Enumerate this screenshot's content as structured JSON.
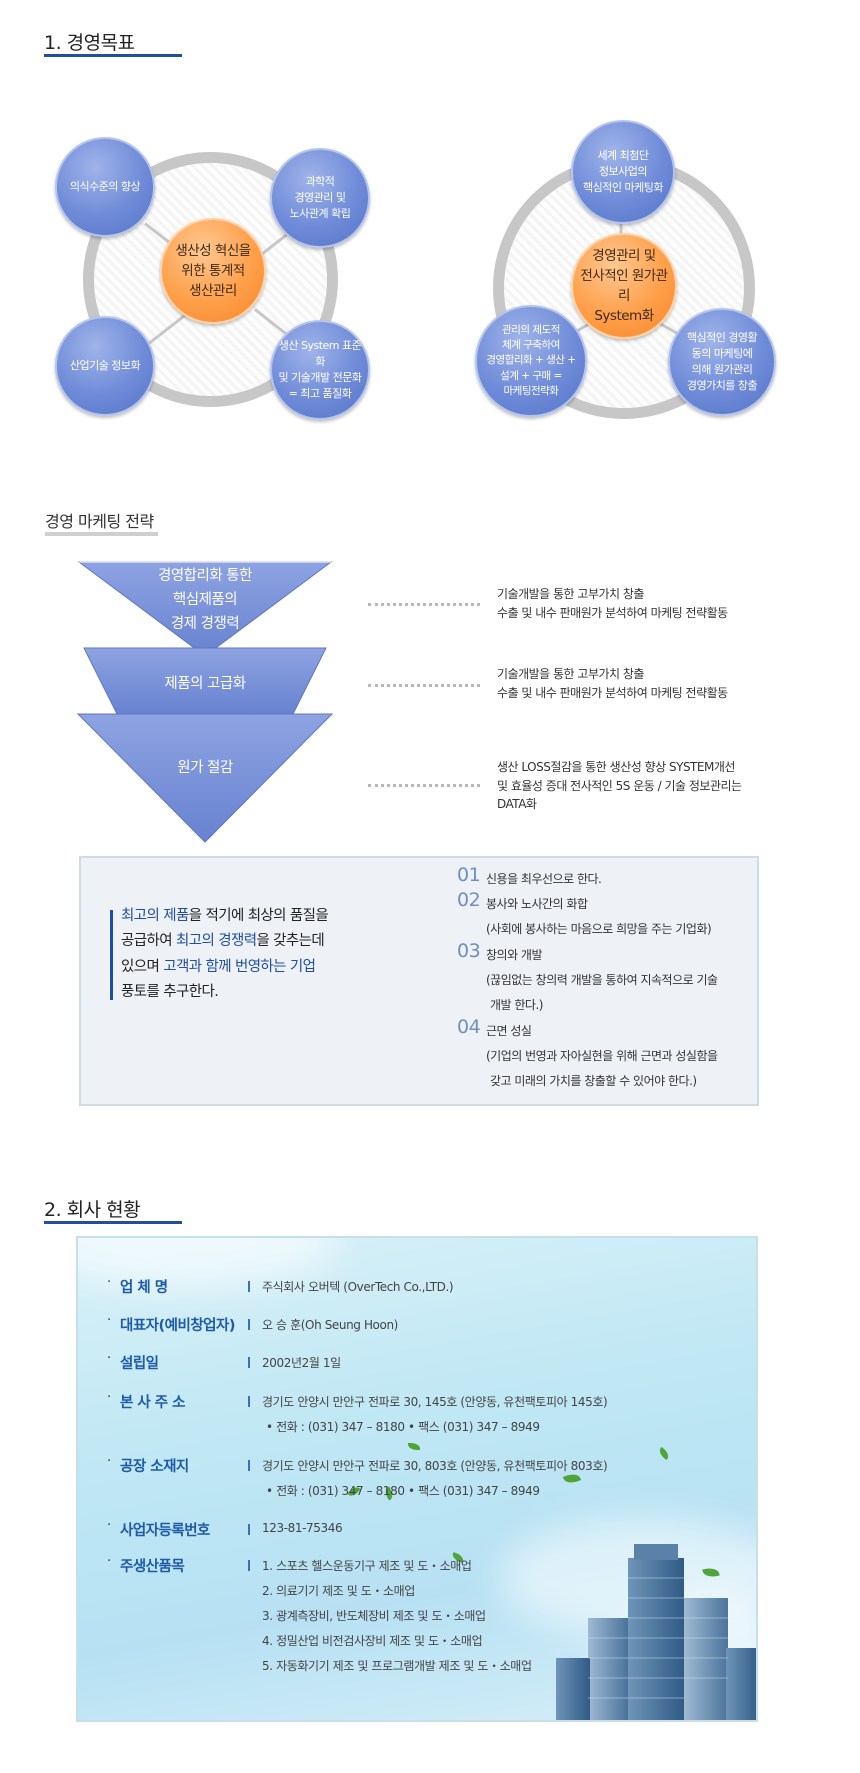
{
  "section1": {
    "title": "1. 경영목표"
  },
  "diagram_left": {
    "center": [
      "생산성 혁신을",
      "위한 통계적",
      "생산관리"
    ],
    "top_left": [
      "의식수준의 향상"
    ],
    "top_right": [
      "과학적",
      "경영관리 및",
      "노사관계 확립"
    ],
    "bottom_left": [
      "산업기술 정보화"
    ],
    "bottom_right": [
      "생산 System 표준화",
      "및 기술개발 전문화",
      "= 최고 품질화"
    ]
  },
  "diagram_right": {
    "center": [
      "경영관리 및",
      "전사적인 원가관리",
      "System화"
    ],
    "top": [
      "세계 최첨단",
      "정보사업의",
      "핵심적인 마케팅화"
    ],
    "bottom_left": [
      "관리의 제도적",
      "체계 구축하여",
      "경영합리화 + 생산 +",
      "설계 + 구매 =",
      "마케팅전략화"
    ],
    "bottom_right": [
      "핵심적인 경영활",
      "동의 마케팅에",
      "의해 원가관리",
      "경영가치를 창출"
    ]
  },
  "marketing": {
    "title": "경영 마케팅 전략",
    "tiers": [
      {
        "label": [
          "경영합리화 통한",
          "핵심제품의",
          "경제 경쟁력"
        ],
        "desc": [
          "기술개발을 통한 고부가치 창출",
          "수출 및 내수 판매원가 분석하여 마케팅 전략활동"
        ]
      },
      {
        "label": [
          "제품의 고급화"
        ],
        "desc": [
          "기술개발을 통한 고부가치 창출",
          "수출 및 내수 판매원가 분석하여 마케팅 전략활동"
        ]
      },
      {
        "label": [
          "원가 절감"
        ],
        "desc": [
          "생산 LOSS절감을 통한 생산성 향상 SYSTEM개선",
          "및 효율성 증대 전사적인 5S 운동 / 기술 정보관리는",
          "DATA화"
        ]
      }
    ]
  },
  "philosophy": {
    "statement": {
      "line1": [
        "최고의 제품",
        "을 적기에 최상의 품질을"
      ],
      "line2": [
        "공급하여 ",
        "최고의 경쟁력",
        "을 갖추는데"
      ],
      "line3": [
        "있으며 ",
        "고객과 함께 번영하는 기업"
      ],
      "line4": "풍토를 추구한다."
    },
    "items": [
      {
        "num": "01",
        "title": "신용을 최우선으로 한다.",
        "sub": []
      },
      {
        "num": "02",
        "title": "봉사와 노사간의 화합",
        "sub": [
          "(사회에 봉사하는 마음으로 희망을 주는 기업화)"
        ]
      },
      {
        "num": "03",
        "title": "창의와 개발",
        "sub": [
          "(끊임없는 창의력 개발을 통하여 지속적으로 기술",
          "개발 한다.)"
        ]
      },
      {
        "num": "04",
        "title": "근면 성실",
        "sub": [
          "(기업의 번영과 자아실현을 위해 근면과 성실함을",
          "갖고 미래의 가치를 창출할 수 있어야 한다.)"
        ]
      }
    ]
  },
  "section2": {
    "title": "2. 회사 현황"
  },
  "company": {
    "rows": [
      {
        "label": "업 체 명",
        "values": [
          "주식회사 오버텍 (OverTech Co.,LTD.)"
        ]
      },
      {
        "label": "대표자(예비창업자)",
        "values": [
          "오 승 훈(Oh Seung Hoon)"
        ]
      },
      {
        "label": "설립일",
        "values": [
          "2002년2월 1일"
        ]
      },
      {
        "label": "본 사 주 소",
        "values": [
          "경기도 안양시 만안구 전파로 30, 145호 (안양동, 유천팩토피아 145호)",
          "• 전화 : (031) 347 – 8180      • 팩스 (031) 347 – 8949"
        ]
      },
      {
        "label": "공장 소재지",
        "values": [
          "경기도 안양시 만안구 전파로 30, 803호 (안양동, 유천팩토피아 803호)",
          "• 전화 : (031) 347 – 8180      • 팩스 (031) 347 – 8949"
        ]
      },
      {
        "label": "사업자등록번호",
        "values": [
          "123-81-75346"
        ]
      },
      {
        "label": "주생산품목",
        "values": [
          "1. 스포츠 헬스운동기구 제조 및 도・소매업",
          "2. 의료기기 제조 및 도・소매업",
          "3. 광계측장비, 반도체장비 제조 및 도・소매업",
          "4. 정밀산업 비전검사장비 제조 및 도・소매업",
          "5. 자동화기기 제조 및 프로그램개발 제조 및 도・소매업"
        ]
      }
    ]
  },
  "colors": {
    "accent": "#1f4ea3",
    "bubble_blue": "#6f8bd8",
    "bubble_orange": "#ff9f4a",
    "funnel": "#7b93d8"
  }
}
